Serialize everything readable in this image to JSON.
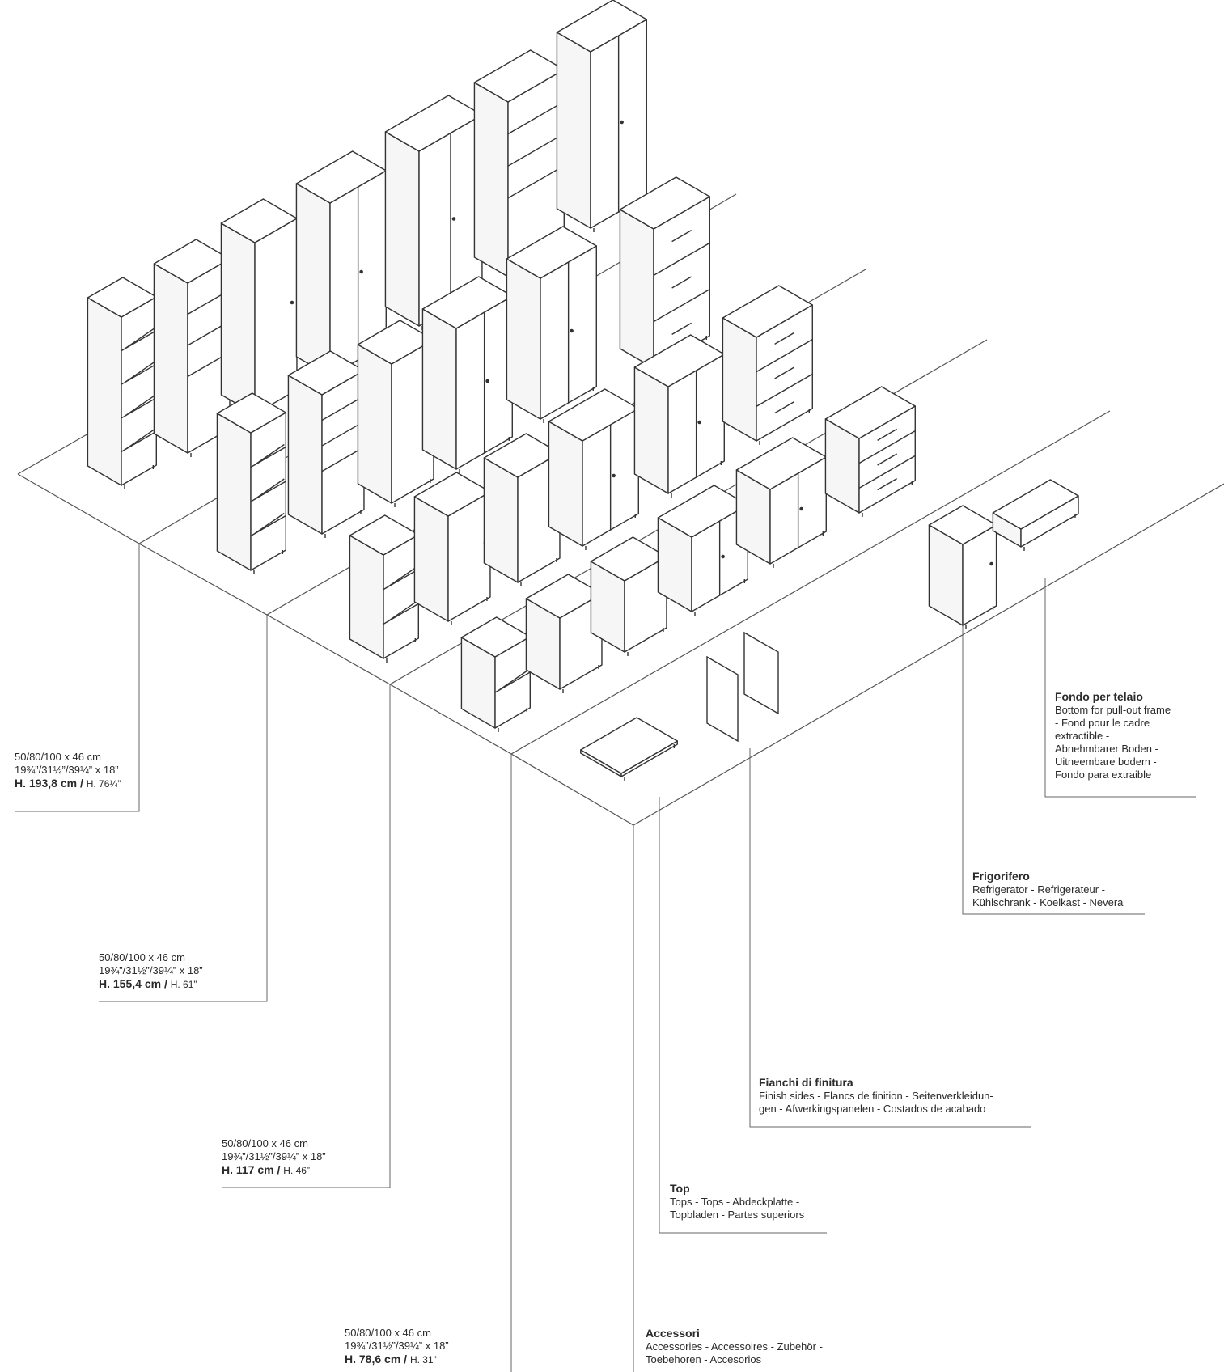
{
  "height_groups": [
    {
      "dims_cm": "50/80/100 x 46 cm",
      "dims_in": "19¾”/31½”/39¼” x 18”",
      "height_cm": "H. 193,8 cm /",
      "height_in": "H. 76¼”"
    },
    {
      "dims_cm": "50/80/100 x 46 cm",
      "dims_in": "19¾”/31½”/39¼” x 18”",
      "height_cm": "H. 155,4 cm /",
      "height_in": "H. 61”"
    },
    {
      "dims_cm": "50/80/100 x 46 cm",
      "dims_in": "19¾”/31½”/39¼” x 18”",
      "height_cm": "H. 117 cm /",
      "height_in": "H. 46”"
    },
    {
      "dims_cm": "50/80/100 x 46 cm",
      "dims_in": "19¾”/31½”/39¼” x 18”",
      "height_cm": "H. 78,6 cm /",
      "height_in": "H. 31”"
    }
  ],
  "accessories": {
    "fondo": {
      "title": "Fondo per telaio",
      "lines": [
        "Bottom for pull-out frame",
        "- Fond pour le cadre",
        "extractible -",
        "Abnehmbarer Boden -",
        "Uitneembare bodem -",
        "Fondo para extraible"
      ]
    },
    "frigorifero": {
      "title": "Frigorifero",
      "lines": [
        "Refrigerator - Refrigerateur -",
        "Kühlschrank - Koelkast - Nevera"
      ]
    },
    "fianchi": {
      "title": "Fianchi di finitura",
      "lines": [
        "Finish sides - Flancs de finition - Seitenverkleidun-",
        "gen - Afwerkingspanelen - Costados de acabado"
      ]
    },
    "top": {
      "title": "Top",
      "lines": [
        "Tops - Tops - Abdeckplatte -",
        "Topbladen - Partes superiors"
      ]
    },
    "accessori": {
      "title": "Accessori",
      "lines": [
        "Accessories - Accessoires - Zubehör -",
        "Toebehoren - Accesorios"
      ]
    }
  }
}
